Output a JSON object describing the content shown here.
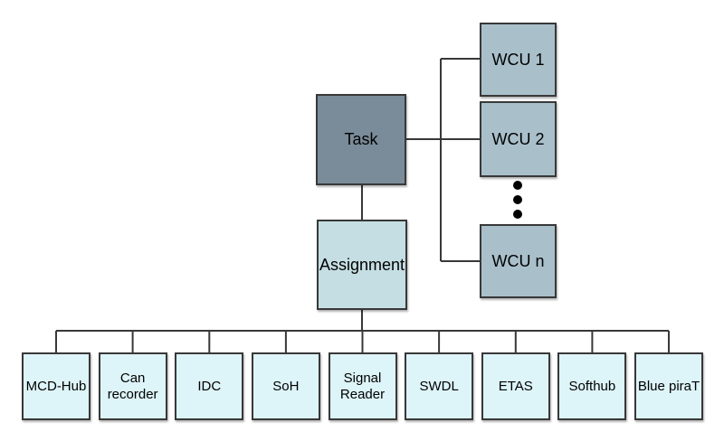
{
  "colors": {
    "task_fill": "#7a8c99",
    "wcu_fill": "#a9c0cb",
    "assignment_fill": "#c5dee3",
    "module_fill": "#ddf4f8",
    "border": "#383838",
    "connector": "#383838",
    "dot": "#000000",
    "canvas_bg": "#ffffff"
  },
  "nodes": {
    "task": {
      "label": "Task"
    },
    "assignment": {
      "label": "Assignment"
    }
  },
  "wcu": {
    "items": [
      {
        "label": "WCU 1"
      },
      {
        "label": "WCU 2"
      },
      {
        "label": "WCU n"
      }
    ],
    "ellipsis_icon": "vertical-ellipsis-icon"
  },
  "modules": {
    "items": [
      {
        "label": "MCD-Hub"
      },
      {
        "label": "Can recorder"
      },
      {
        "label": "IDC"
      },
      {
        "label": "SoH"
      },
      {
        "label": "Signal Reader"
      },
      {
        "label": "SWDL"
      },
      {
        "label": "ETAS"
      },
      {
        "label": "Softhub"
      },
      {
        "label": "Blue piraT"
      }
    ]
  }
}
